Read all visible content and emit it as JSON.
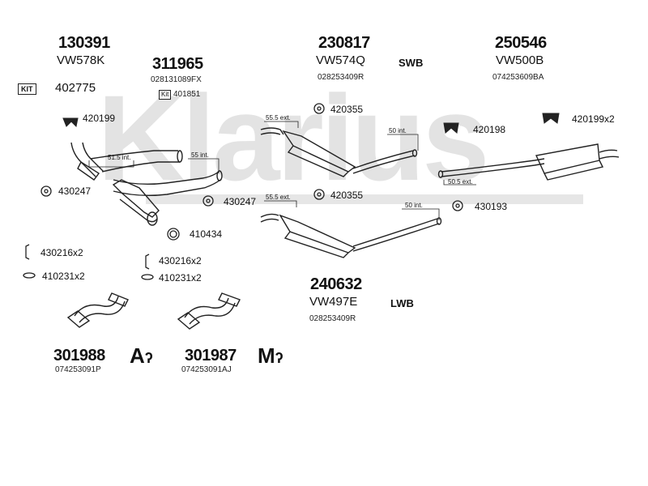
{
  "watermark": "Klarius",
  "parts": {
    "p130391": {
      "number": "130391",
      "code": "VW578K"
    },
    "p311965": {
      "number": "311965",
      "oe": "028131089FX"
    },
    "p230817": {
      "number": "230817",
      "code": "VW574Q",
      "oe": "028253409R"
    },
    "p250546": {
      "number": "250546",
      "code": "VW500B",
      "oe": "074253609BA"
    },
    "p240632": {
      "number": "240632",
      "code": "VW497E",
      "oe": "028253409R"
    },
    "p301988": {
      "number": "301988",
      "oe": "074253091P"
    },
    "p301987": {
      "number": "301987",
      "oe": "074253091AJ"
    }
  },
  "kits": {
    "kit_label": "KIT",
    "kit_402775": "402775",
    "kit_small_label": "Kit",
    "kit_401851": "401851"
  },
  "fittings": {
    "f420199": "420199",
    "f430247a": "430247",
    "f430247b": "430247",
    "f420355a": "420355",
    "f420355b": "420355",
    "f420198": "420198",
    "f420199x2": "420199x2",
    "f430193": "430193",
    "f410434": "410434",
    "f430216x2a": "430216x2",
    "f410231x2a": "410231x2",
    "f430216x2b": "430216x2",
    "f410231x2b": "410231x2"
  },
  "dims": {
    "d51_5_int": "51.5 int.",
    "d55_int": "55 int.",
    "d55_5_ext_a": "55.5 ext.",
    "d50_int_a": "50 int.",
    "d55_5_ext_b": "55.5 ext.",
    "d50_int_b": "50 int.",
    "d50_5_ext": "50.5 ext."
  },
  "tags": {
    "swb": "SWB",
    "lwb": "LWB"
  },
  "letters": {
    "a_symbol": "A",
    "m_symbol": "M"
  },
  "colors": {
    "ink": "#111111",
    "watermark": "#d9d9d9"
  }
}
